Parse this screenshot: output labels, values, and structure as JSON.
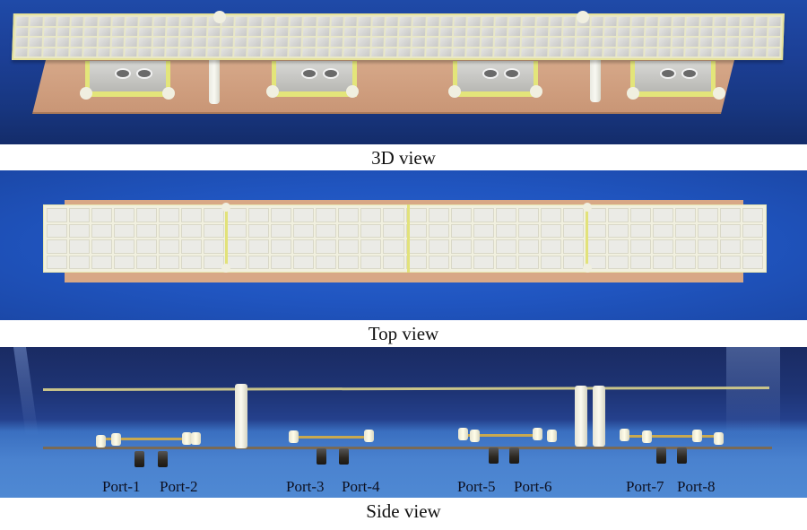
{
  "figure": {
    "panels": [
      {
        "id": "3d",
        "caption": "3D view"
      },
      {
        "id": "top",
        "caption": "Top view"
      },
      {
        "id": "side",
        "caption": "Side view"
      }
    ],
    "port_labels": [
      "Port-1",
      "Port-2",
      "Port-3",
      "Port-4",
      "Port-5",
      "Port-6",
      "Port-7",
      "Port-8"
    ]
  },
  "colors": {
    "background_blue": "#1f4aa8",
    "fr4_substrate": "#d8a886",
    "patch_metal": "#e4e4e2",
    "feed_line_yellow": "#e3e57a",
    "nylon_post": "#f0efe0",
    "caption_text": "#111111"
  }
}
